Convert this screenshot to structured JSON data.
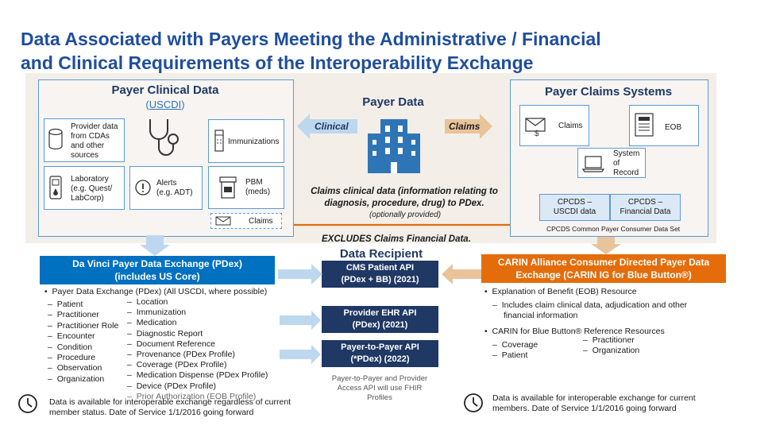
{
  "title": {
    "line1": "Data Associated with Payers Meeting the Administrative / Financial",
    "line2": "and Clinical Requirements of the Interoperability Exchange"
  },
  "clinical": {
    "title": "Payer Clinical Data",
    "subtitle_open": "(",
    "subtitle_link": "USCDI",
    "subtitle_close": ")",
    "provider_data": [
      "Provider data",
      "from  CDAs",
      "and other",
      "sources"
    ],
    "laboratory": [
      "Laboratory",
      "(e.g. Quest/",
      "LabCorp)"
    ],
    "alerts": [
      "Alerts",
      "(e.g. ADT)"
    ],
    "immunizations": "Immunizations",
    "pbm": [
      "PBM",
      "(meds)"
    ],
    "claims": "Claims"
  },
  "center": {
    "payer_data": "Payer Data",
    "clinical_arrow": "Clinical",
    "claims_arrow": "Claims",
    "claims_note_line1": "Claims clinical data (information relating to",
    "claims_note_line2": "diagnosis, procedure, drug) to PDex.",
    "optionally": "(optionally provided)",
    "excludes": "EXCLUDES Claims Financial Data."
  },
  "claims_systems": {
    "title": "Payer Claims Systems",
    "claims": "Claims",
    "eob": "EOB",
    "system_of_record": [
      "System",
      "of",
      "Record"
    ],
    "cpcds_uscdi": [
      "CPCDS –",
      "USCDI data"
    ],
    "cpcds_financial": [
      "CPCDS –",
      "Financial Data"
    ],
    "cpcds_footnote": "CPCDS  Common Payer Consumer Data Set"
  },
  "recipient": {
    "heading": "Data Recipient",
    "cms_api": [
      "CMS Patient API",
      "(PDex + BB) (2021)"
    ],
    "provider_api": [
      "Provider EHR API",
      "(PDex) (2021)"
    ],
    "payer_api": [
      "Payer-to-Payer API",
      "(*PDex) (2022)"
    ],
    "note": [
      "Payer-to-Payer and Provider",
      "Access API will use FHIR",
      "Profiles"
    ]
  },
  "davinci": {
    "header_line1": "Da Vinci Payer Data Exchange (PDex)",
    "header_line2": "(includes US Core)",
    "bullet": "Payer Data Exchange (PDex) (All USCDI, where possible)",
    "col1": [
      "Patient",
      "Practitioner",
      "Practitioner Role",
      "Encounter",
      "Condition",
      "Procedure",
      "Observation",
      "Organization"
    ],
    "col2": [
      "Location",
      "Immunization",
      "Medication",
      "Diagnostic Report",
      "Document Reference",
      "Provenance (PDex Profile)",
      "Coverage (PDex Profile)",
      "Medication Dispense (PDex Profile)",
      "Device (PDex Profile)",
      "Prior Authorization (EOB Profile)"
    ],
    "footer": [
      "Data is available for interoperable exchange regardless of current",
      "member status. Date of Service 1/1/2016 going forward"
    ]
  },
  "carin": {
    "header_line1": "CARIN Alliance Consumer Directed Payer Data",
    "header_line2": "Exchange (CARIN IG for Blue Button®)",
    "bullet1": "Explanation of Benefit (EOB) Resource",
    "sub1": [
      "Includes claim clinical data, adjudication and other",
      "financial information"
    ],
    "bullet2": "CARIN for Blue Button® Reference Resources",
    "col1": [
      "Coverage",
      "Patient"
    ],
    "col2": [
      "Practitioner",
      "Organization"
    ],
    "footer": [
      "Data is available for interoperable exchange for current",
      "members.  Date of Service 1/1/2016 going forward"
    ]
  },
  "colors": {
    "title": "#1f4e9c",
    "navy": "#1f3864",
    "blue": "#0070c0",
    "orange": "#e46c0a",
    "light_blue_arrow": "#bdd7ee",
    "tan_arrow": "#e9c49b"
  }
}
